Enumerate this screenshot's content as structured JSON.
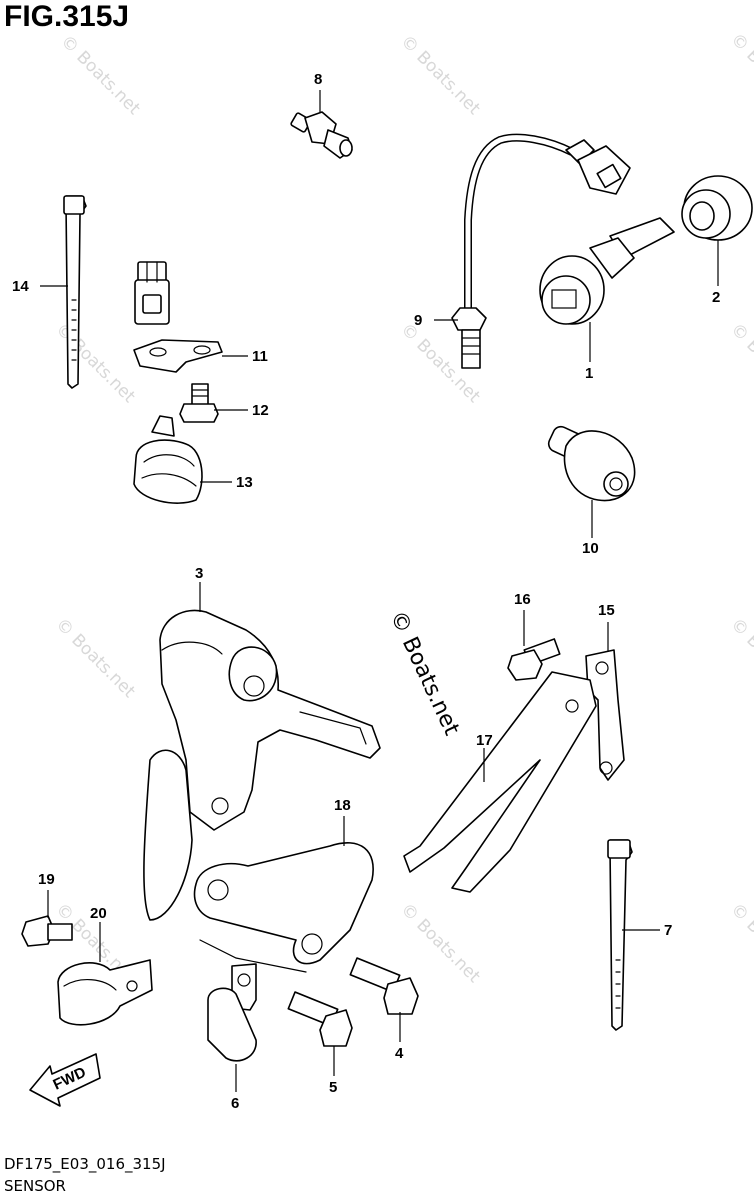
{
  "figure": {
    "title": "FIG.315J",
    "code": "DF175_E03_016_315J",
    "name": "SENSOR"
  },
  "watermark": {
    "text": "© Boats.net",
    "color": "#d8d8d8"
  },
  "direction_label": "FWD",
  "callouts": [
    {
      "id": "c1",
      "label": "1"
    },
    {
      "id": "c2",
      "label": "2"
    },
    {
      "id": "c3",
      "label": "3"
    },
    {
      "id": "c4",
      "label": "4"
    },
    {
      "id": "c5",
      "label": "5"
    },
    {
      "id": "c6",
      "label": "6"
    },
    {
      "id": "c7",
      "label": "7"
    },
    {
      "id": "c8",
      "label": "8"
    },
    {
      "id": "c9",
      "label": "9"
    },
    {
      "id": "c10",
      "label": "10"
    },
    {
      "id": "c11",
      "label": "11"
    },
    {
      "id": "c12",
      "label": "12"
    },
    {
      "id": "c13",
      "label": "13"
    },
    {
      "id": "c14",
      "label": "14"
    },
    {
      "id": "c15",
      "label": "15"
    },
    {
      "id": "c16",
      "label": "16"
    },
    {
      "id": "c17",
      "label": "17"
    },
    {
      "id": "c18",
      "label": "18"
    },
    {
      "id": "c19",
      "label": "19"
    },
    {
      "id": "c20",
      "label": "20"
    }
  ]
}
